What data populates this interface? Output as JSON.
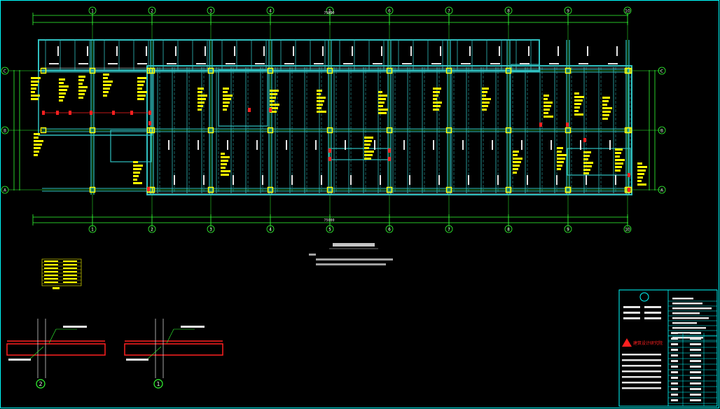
{
  "drawing": {
    "grid_axes_horizontal": [
      "1",
      "2",
      "3",
      "4",
      "5",
      "6",
      "7",
      "8",
      "9",
      "10"
    ],
    "grid_axes_vertical": [
      "C",
      "B",
      "A"
    ],
    "overall_dimension_top": "75000",
    "overall_dimension_bottom": "75000",
    "detail_labels": [
      "2",
      "1"
    ],
    "company": "建筑设计研究院"
  },
  "colors": {
    "background": "#000000",
    "frame": "#00ffff",
    "beam": "#30c0c0",
    "dimension": "#33ff33",
    "column": "#ffff00",
    "rebar": "#ff2020",
    "text": "#e6e6e6"
  }
}
